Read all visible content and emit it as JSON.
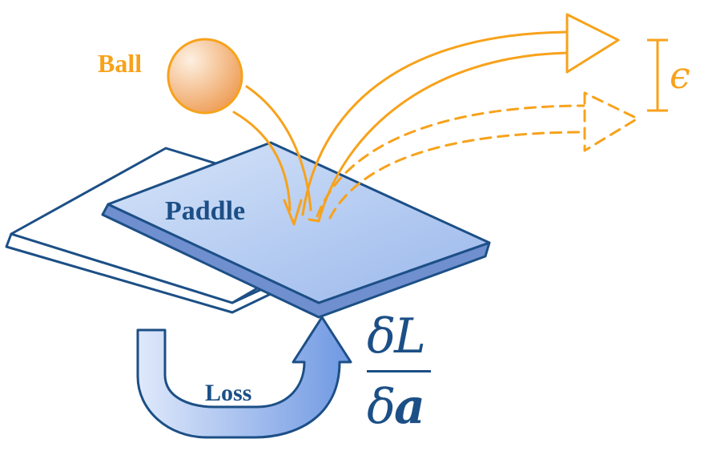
{
  "labels": {
    "ball": "Ball",
    "paddle": "Paddle",
    "loss": "Loss",
    "epsilon": "ϵ",
    "gradient_numerator_delta": "δ",
    "gradient_numerator_var": "L",
    "gradient_denominator_delta": "δ",
    "gradient_denominator_var": "a"
  },
  "colors": {
    "orange": "#f7a21b",
    "paddle_fill_light": "#cfdff7",
    "paddle_fill_dark": "#9dbbee",
    "paddle_edge": "#6f8fcf",
    "outline_blue": "#1c4f86",
    "gradient_text": "#1c4f86",
    "arrow_fill_light": "#d9e6fa",
    "arrow_fill_dark": "#6e97e0",
    "ball_fill_light": "#fbe2c8",
    "ball_fill_dark": "#ee9d55"
  },
  "icons": {
    "ball": "sphere",
    "paddle": "flat-slab",
    "loss_arrow": "u-turn-arrow",
    "trajectory_arrow": "curved-arrow"
  }
}
